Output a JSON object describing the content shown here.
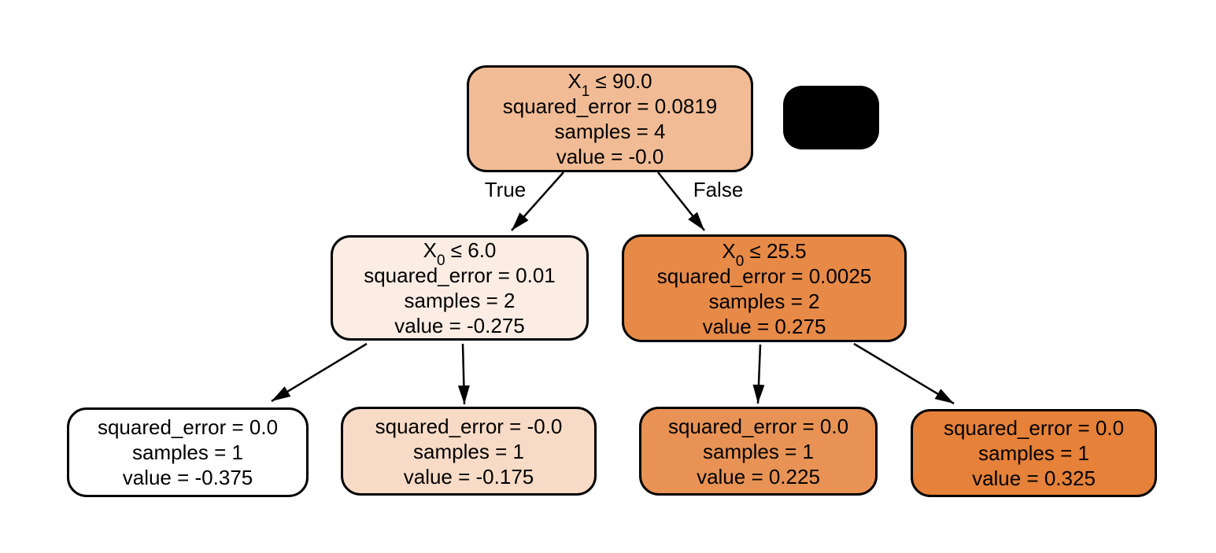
{
  "figure": {
    "kind": "decision-tree-regression-plot",
    "background": "#ffffff",
    "edge_stroke": "#000000",
    "edge_labels": {
      "left": "True",
      "right": "False"
    },
    "legend_block": {
      "fill": "#000000"
    }
  },
  "nodes": {
    "root": {
      "cond_pre": "X",
      "cond_sub": "1",
      "cond_post": " ≤ 90.0",
      "error": "squared_error = 0.0819",
      "samples": "samples = 4",
      "value": "value = -0.0",
      "fill": "#f1bc95"
    },
    "left": {
      "cond_pre": "X",
      "cond_sub": "0",
      "cond_post": " ≤ 6.0",
      "error": "squared_error = 0.01",
      "samples": "samples = 2",
      "value": "value = -0.275",
      "fill": "#fbede3"
    },
    "right": {
      "cond_pre": "X",
      "cond_sub": "0",
      "cond_post": " ≤ 25.5",
      "error": "squared_error = 0.0025",
      "samples": "samples = 2",
      "value": "value = 0.275",
      "fill": "#e78a47"
    },
    "leaf_ll": {
      "error": "squared_error = 0.0",
      "samples": "samples = 1",
      "value": "value = -0.375",
      "fill": "#ffffff"
    },
    "leaf_lr": {
      "error": "squared_error = -0.0",
      "samples": "samples = 1",
      "value": "value = -0.175",
      "fill": "#f8dbc6"
    },
    "leaf_rl": {
      "error": "squared_error = 0.0",
      "samples": "samples = 1",
      "value": "value = 0.225",
      "fill": "#e89355"
    },
    "leaf_rr": {
      "error": "squared_error = 0.0",
      "samples": "samples = 1",
      "value": "value = 0.325",
      "fill": "#e58139"
    }
  }
}
